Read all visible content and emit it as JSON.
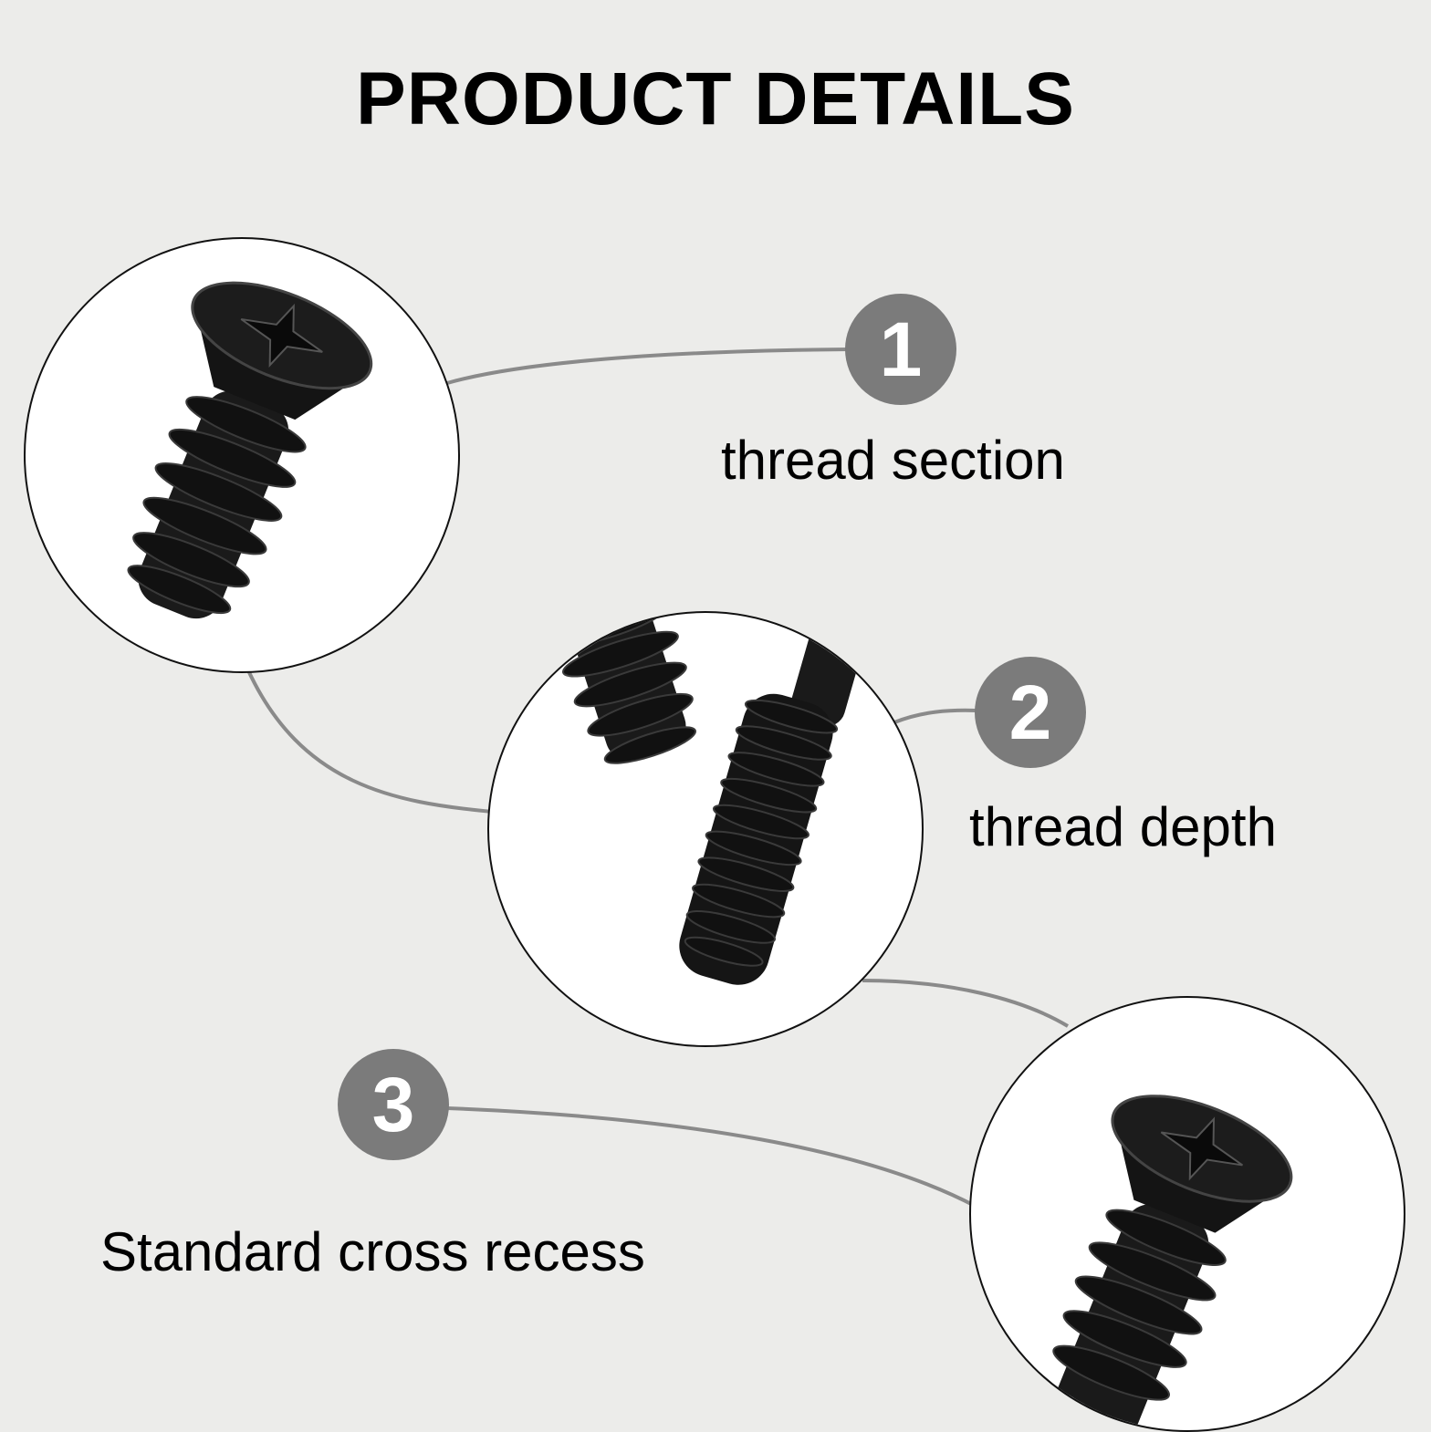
{
  "header": {
    "title": "PRODUCT DETAILS"
  },
  "details": [
    {
      "number": "1",
      "label": "thread section",
      "image_icon": "countersunk-screw-icon"
    },
    {
      "number": "2",
      "label": "thread depth",
      "image_icon": "screw-thread-closeup-icon"
    },
    {
      "number": "3",
      "label": "Standard cross recess",
      "image_icon": "cross-recess-screw-icon"
    }
  ],
  "colors": {
    "background": "#ececea",
    "badge": "#7b7b7b",
    "connector": "#8a8a8a",
    "screw": "#111111",
    "text": "#000000"
  }
}
